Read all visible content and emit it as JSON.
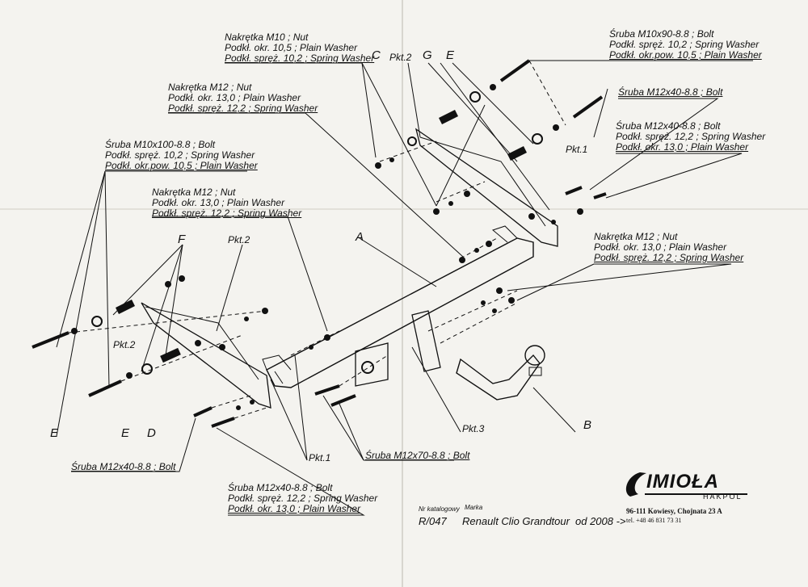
{
  "labels": {
    "nut_m10": [
      "Nakrętka  M10 ; Nut",
      "Podkł. okr. 10,5 ;  Plain Washer",
      "Podkł. spręż. 10,2 ; Spring Washer"
    ],
    "nut_m12_a": [
      "Nakrętka  M12 ; Nut",
      "Podkł. okr. 13,0 ;  Plain Washer",
      "Podkł. spręż. 12,2 ; Spring Washer"
    ],
    "bolt_m10x100": [
      "Śruba M10x100-8.8 ;  Bolt",
      "Podkł. spręż. 10,2 ; Spring Washer",
      "Podkł. okr.pow. 10,5 ;  Plain Washer"
    ],
    "nut_m12_b": [
      "Nakrętka  M12 ; Nut",
      "Podkł. okr. 13,0 ;  Plain Washer",
      "Podkł. spręż. 12,2 ; Spring Washer"
    ],
    "bolt_m10x90": [
      "Śruba M10x90-8.8 ;  Bolt",
      "Podkł. spręż. 10,2 ; Spring Washer",
      "Podkł. okr.pow. 10,5 ;  Plain Washer"
    ],
    "bolt_m12x40_a": "Śruba M12x40-8.8 ;  Bolt",
    "bolt_m12x40_b": [
      "Śruba M12x40-8.8 ;  Bolt",
      "Podkł. spręż. 12,2 ; Spring Washer",
      "Podkł. okr. 13,0 ;  Plain Washer"
    ],
    "nut_m12_c": [
      "Nakrętka  M12 ; Nut",
      "Podkł. okr. 13,0 ;  Plain Washer",
      "Podkł. spręż. 12,2 ; Spring Washer"
    ],
    "bolt_m12x40_c": "Śruba M12x40-8.8 ;  Bolt",
    "bolt_m12x40_d": [
      "Śruba M12x40-8.8 ;  Bolt",
      "Podkł. spręż. 12,2 ; Spring Washer",
      "Podkł. okr. 13,0 ;  Plain Washer"
    ],
    "bolt_m12x70": "Śruba M12x70-8.8 ;  Bolt"
  },
  "letters": {
    "C": "C",
    "G": "G",
    "E": "E",
    "A": "A",
    "F": "F",
    "B": "B",
    "D": "D"
  },
  "pkt": {
    "pkt2": "Pkt.2",
    "pkt1": "Pkt.1",
    "pkt3": "Pkt.3"
  },
  "catalog": {
    "nr_label": "Nr katalogowy",
    "marka_label": "Marka",
    "number": "R/047",
    "model": "Renault Clio Grandtour",
    "year": "od 2008 ->"
  },
  "company": {
    "name": "IMIOŁA",
    "sub": "HAKPOL",
    "address": "96-111 Kowiesy, Chojnata 23 A",
    "phone": "tel. +48 46 831 73 31"
  }
}
